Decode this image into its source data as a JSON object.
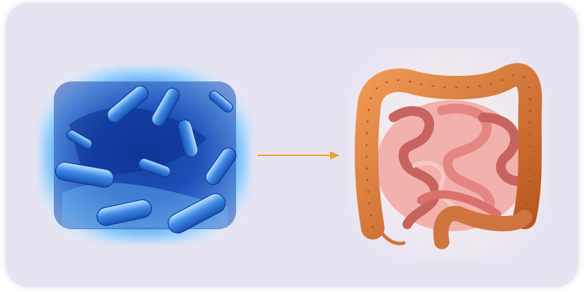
{
  "panel": {
    "background_color": "#e7e4f2"
  },
  "left_image": {
    "subject": "bacteria",
    "colors": {
      "dark": "#0b2e8c",
      "mid": "#2f74d8",
      "light": "#8fd0ff",
      "glow": "#eaf6ff"
    }
  },
  "arrow": {
    "direction": "right",
    "color": "#f0a028"
  },
  "right_image": {
    "subject": "intestines",
    "colors": {
      "large": "#d87a3c",
      "large_dark": "#a94f1c",
      "small": "#ec9a9a",
      "small_dark": "#c8645f"
    }
  }
}
